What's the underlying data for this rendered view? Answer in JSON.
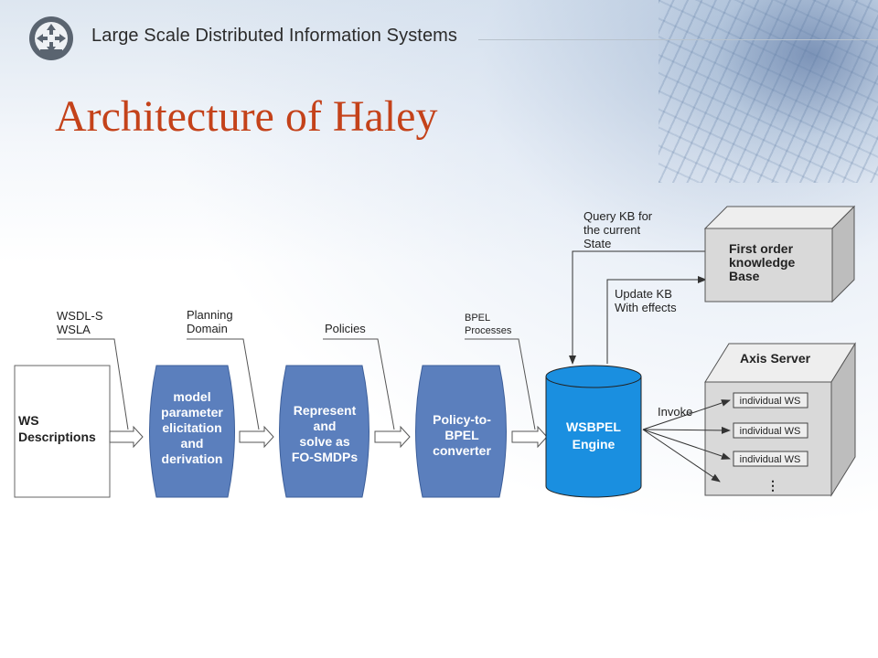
{
  "header": {
    "title": "Large Scale Distributed Information Systems"
  },
  "slide": {
    "title": "Architecture of Haley"
  },
  "diagram": {
    "ws_box": [
      "WS",
      "Descriptions"
    ],
    "input_label": [
      "WSDL-S",
      "WSLA"
    ],
    "planning_label": [
      "Planning",
      "Domain"
    ],
    "policies_label": "Policies",
    "bpel_label": [
      "BPEL",
      "Processes"
    ],
    "model_box": [
      "model",
      "parameter",
      "elicitation",
      "and",
      "derivation"
    ],
    "represent_box": [
      "Represent",
      "and",
      "solve as",
      "FO-SMDPs"
    ],
    "converter_box": [
      "Policy-to-",
      "BPEL",
      "converter"
    ],
    "engine": [
      "WSBPEL",
      "Engine"
    ],
    "query_label": [
      "Query KB for",
      "the current",
      "State"
    ],
    "update_label": [
      "Update KB",
      "With effects"
    ],
    "kb_box": [
      "First order",
      "knowledge",
      "Base"
    ],
    "axis_title": "Axis Server",
    "invoke_label": "Invoke",
    "individual_ws": [
      "individual WS",
      "individual WS",
      "individual WS"
    ],
    "ellipsis": "⋮",
    "colors": {
      "process_fill": "#5b7fbd",
      "engine_fill": "#1a8fe0",
      "cube_front": "#d9d9d9",
      "cube_top": "#eeeeee",
      "cube_side": "#bdbdbd"
    }
  }
}
